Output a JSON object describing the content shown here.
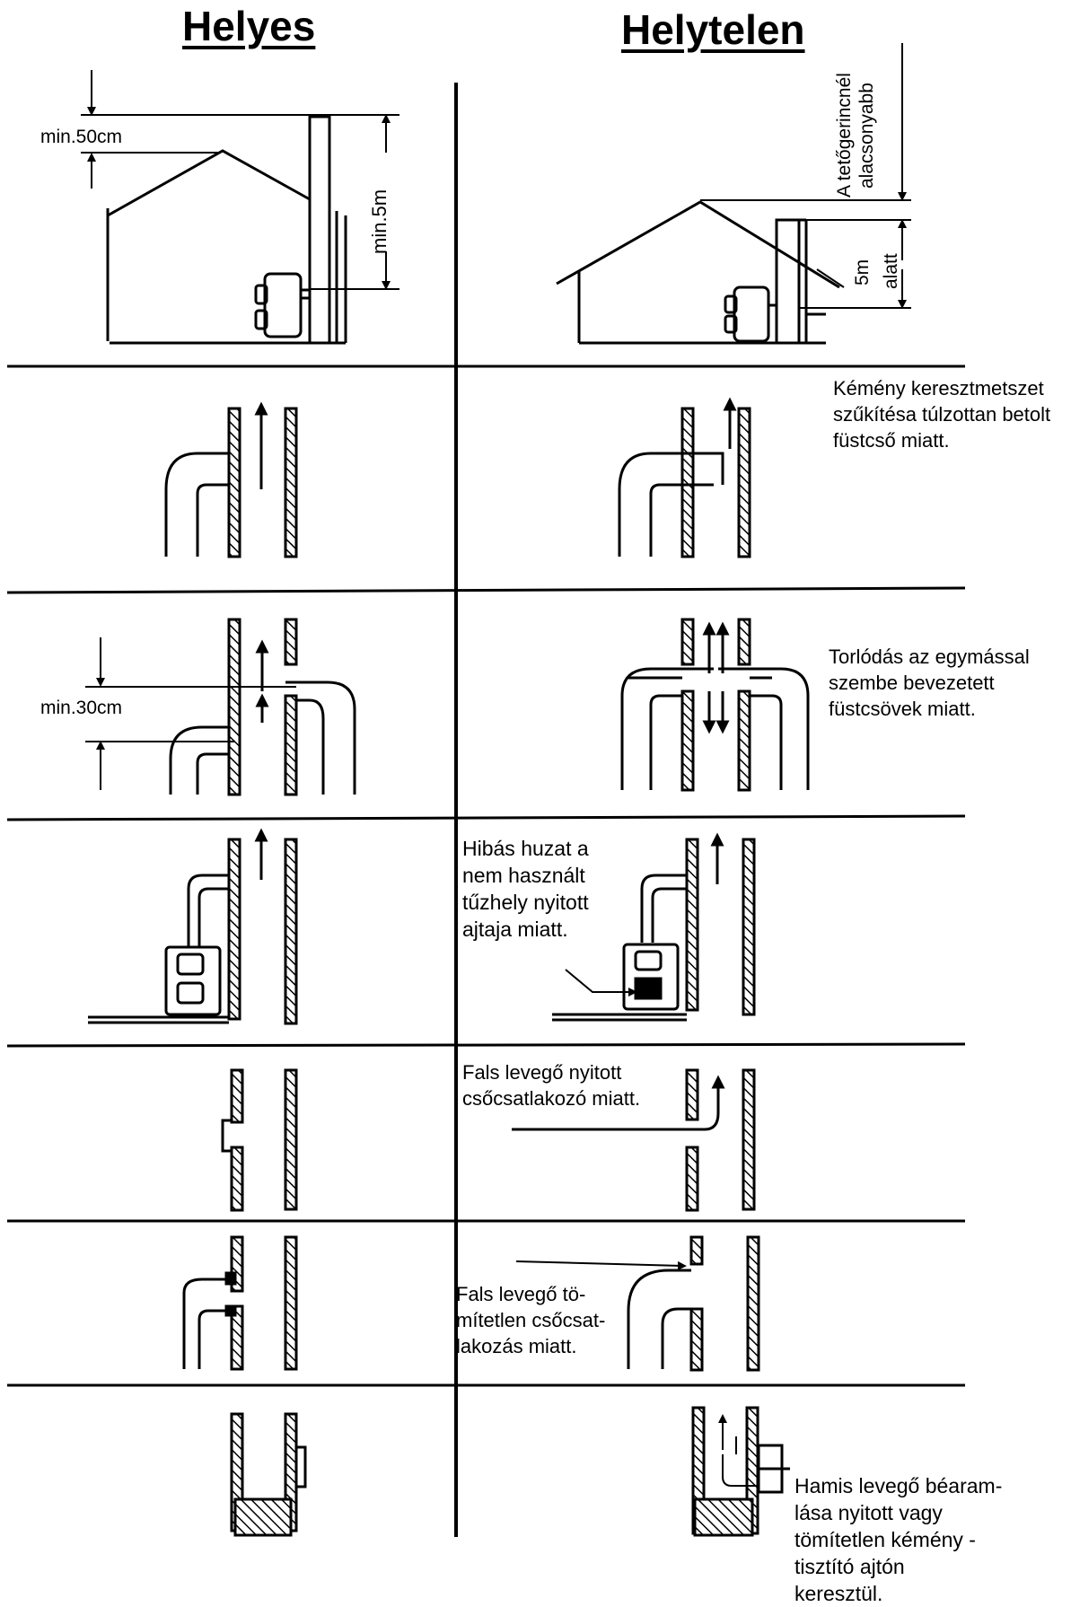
{
  "headers": {
    "correct": "Helyes",
    "incorrect": "Helytelen"
  },
  "dimensions": {
    "min_50cm": "min.50cm",
    "min_5m": "min.5m",
    "min_30cm": "min.30cm",
    "lower_than_ridge_line1": "A tetőgerincnél",
    "lower_than_ridge_line2": "alacsonyabb",
    "under_5m_line1": "5m",
    "under_5m_line2": "alatt"
  },
  "captions": {
    "row2": [
      "Kémény keresztmetszet",
      "szűkítésa túlzottan betolt",
      "füstcső miatt."
    ],
    "row3": [
      "Torlódás az egymással",
      "szembe bevezetett",
      "füstcsövek miatt."
    ],
    "row4": [
      "Hibás huzat a",
      "nem használt",
      "tűzhely nyitott",
      "ajtaja miatt."
    ],
    "row5": [
      "Fals levegő nyitott",
      "csőcsatlakozó miatt."
    ],
    "row6": [
      "Fals levegő tö-",
      "mítetlen csőcsat-",
      "lakozás miatt."
    ],
    "row7": [
      "Hamis levegő béaram-",
      "lása nyitott vagy",
      "tömítetlen kémény -",
      "tisztító ajtón",
      "keresztül."
    ]
  },
  "colors": {
    "ink": "#000000",
    "paper": "#ffffff"
  }
}
